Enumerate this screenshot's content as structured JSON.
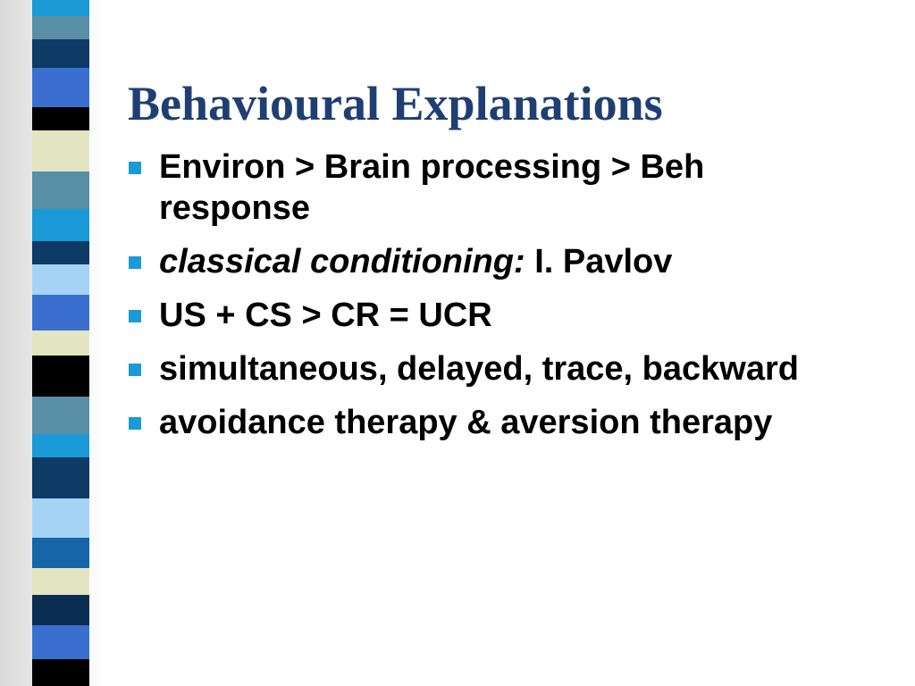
{
  "slide": {
    "title": "Behavioural Explanations",
    "bullets": [
      {
        "parts": [
          {
            "text": "Environ > Brain processing > Beh response",
            "italic": false
          }
        ]
      },
      {
        "parts": [
          {
            "text": "classical conditioning:",
            "italic": true
          },
          {
            "text": " I. Pavlov",
            "italic": false
          }
        ]
      },
      {
        "parts": [
          {
            "text": "US + CS > CR = UCR",
            "italic": false
          }
        ]
      },
      {
        "parts": [
          {
            "text": "simultaneous, delayed, trace, backward",
            "italic": false
          }
        ]
      },
      {
        "parts": [
          {
            "text": "avoidance therapy & aversion therapy",
            "italic": false
          }
        ]
      }
    ]
  },
  "colors": {
    "title": "#1f3f73",
    "bullet_marker": "#1a9bd7",
    "text": "#000000",
    "strip_palette": [
      "#1a9bd7",
      "#5a8fa8",
      "#0d3b66",
      "#3a6fd0",
      "#000000",
      "#e2e4c2",
      "#1565a8",
      "#a5d3f5",
      "#0a2e52"
    ]
  }
}
